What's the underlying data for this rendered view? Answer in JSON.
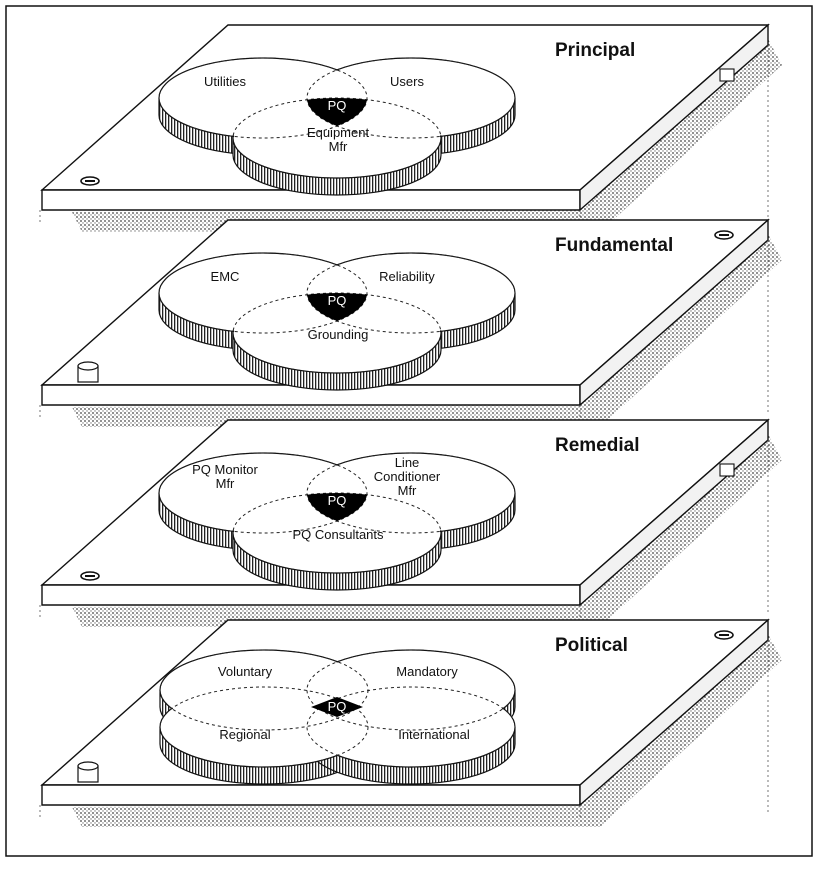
{
  "diagram": {
    "center_label": "PQ",
    "levels": [
      {
        "title": "Principal",
        "style": "three",
        "circles": [
          {
            "lines": [
              "Utilities"
            ]
          },
          {
            "lines": [
              "Users"
            ]
          },
          {
            "lines": [
              "Equipment",
              "Mfr"
            ]
          }
        ]
      },
      {
        "title": "Fundamental",
        "style": "three",
        "circles": [
          {
            "lines": [
              "EMC"
            ]
          },
          {
            "lines": [
              "Reliability"
            ]
          },
          {
            "lines": [
              "Grounding"
            ]
          }
        ]
      },
      {
        "title": "Remedial",
        "style": "three",
        "circles": [
          {
            "lines": [
              "PQ Monitor",
              "Mfr"
            ]
          },
          {
            "lines": [
              "Line",
              "Conditioner",
              "Mfr"
            ]
          },
          {
            "lines": [
              "PQ Consultants"
            ]
          }
        ]
      },
      {
        "title": "Political",
        "style": "four",
        "circles": [
          {
            "lines": [
              "Voluntary"
            ]
          },
          {
            "lines": [
              "Mandatory"
            ]
          },
          {
            "lines": [
              "Regional"
            ]
          },
          {
            "lines": [
              "International"
            ]
          }
        ]
      }
    ]
  }
}
